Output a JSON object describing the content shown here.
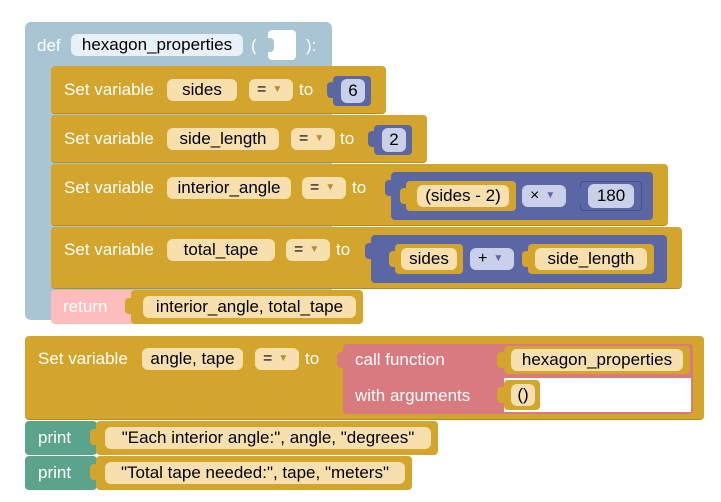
{
  "def_block": {
    "keyword": "def",
    "name": "hexagon_properties",
    "open_paren": "(",
    "close_paren": "):"
  },
  "statements": [
    {
      "label": "Set variable",
      "var": "sides",
      "op": "=",
      "to": "to",
      "value": "6"
    },
    {
      "label": "Set variable",
      "var": "side_length",
      "op": "=",
      "to": "to",
      "value": "2"
    },
    {
      "label": "Set variable",
      "var": "interior_angle",
      "op": "=",
      "to": "to",
      "left": "(sides - 2)",
      "operator": "×",
      "right": "180"
    },
    {
      "label": "Set variable",
      "var": "total_tape",
      "op": "=",
      "to": "to",
      "left": "sides",
      "operator": "+",
      "right": "side_length"
    }
  ],
  "return_block": {
    "label": "return",
    "value": "interior_angle, total_tape"
  },
  "assign_block": {
    "label": "Set variable",
    "var": "angle, tape",
    "op": "=",
    "to": "to",
    "call_label": "call function",
    "func_name": "hexagon_properties",
    "args_label": "with arguments",
    "args": "()"
  },
  "prints": [
    {
      "label": "print",
      "value": "\"Each interior angle:\", angle, \"degrees\""
    },
    {
      "label": "print",
      "value": "\"Total tape needed:\", tape, \"meters\""
    }
  ],
  "colors": {
    "variable_block": "#d4a52d",
    "def_block": "#a9c4d2",
    "math_block": "#5b67a5",
    "return_block": "#ffbcbc",
    "call_block": "#d97a7f",
    "print_block": "#5ba38a"
  }
}
